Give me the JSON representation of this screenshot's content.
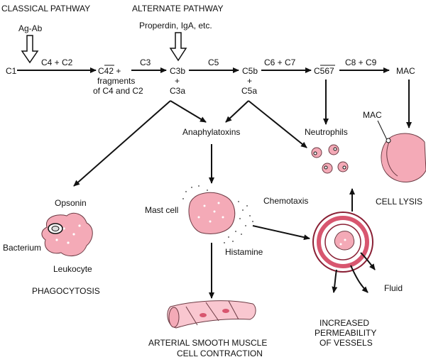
{
  "pathways": {
    "classical": {
      "title": "CLASSICAL PATHWAY",
      "input": "Ag-Ab"
    },
    "alternate": {
      "title": "ALTERNATE PATHWAY",
      "input": "Properdin, IgA, etc."
    }
  },
  "cascade": {
    "c1": "C1",
    "c4c2": "C4 + C2",
    "c42": "C42 +",
    "fragments_1": "fragments",
    "fragments_2": "of C4 and C2",
    "c3": "C3",
    "c3b": "C3b",
    "plus_1": "+",
    "c3a": "C3a",
    "c5": "C5",
    "c5b": "C5b",
    "plus_2": "+",
    "c5a": "C5a",
    "c6c7": "C6 + C7",
    "c567": "C567",
    "c8c9": "C8 + C9",
    "mac": "MAC"
  },
  "labels": {
    "anaphylatoxins": "Anaphylatoxins",
    "neutrophils": "Neutrophils",
    "mac_small": "MAC",
    "cell_lysis": "CELL LYSIS",
    "opsonin": "Opsonin",
    "bacterium": "Bacterium",
    "leukocyte": "Leukocyte",
    "phagocytosis": "PHAGOCYTOSIS",
    "mast_cell": "Mast cell",
    "histamine": "Histamine",
    "chemotaxis": "Chemotaxis",
    "fluid": "Fluid",
    "arterial_1": "ARTERIAL SMOOTH MUSCLE",
    "arterial_2": "CELL CONTRACTION",
    "increased_1": "INCREASED",
    "increased_2": "PERMEABILITY",
    "increased_3": "OF VESSELS"
  },
  "colors": {
    "cell_pink": "#f4aab7",
    "cell_light": "#f9c7d0",
    "outline": "#6b3a43",
    "text": "#111111"
  }
}
